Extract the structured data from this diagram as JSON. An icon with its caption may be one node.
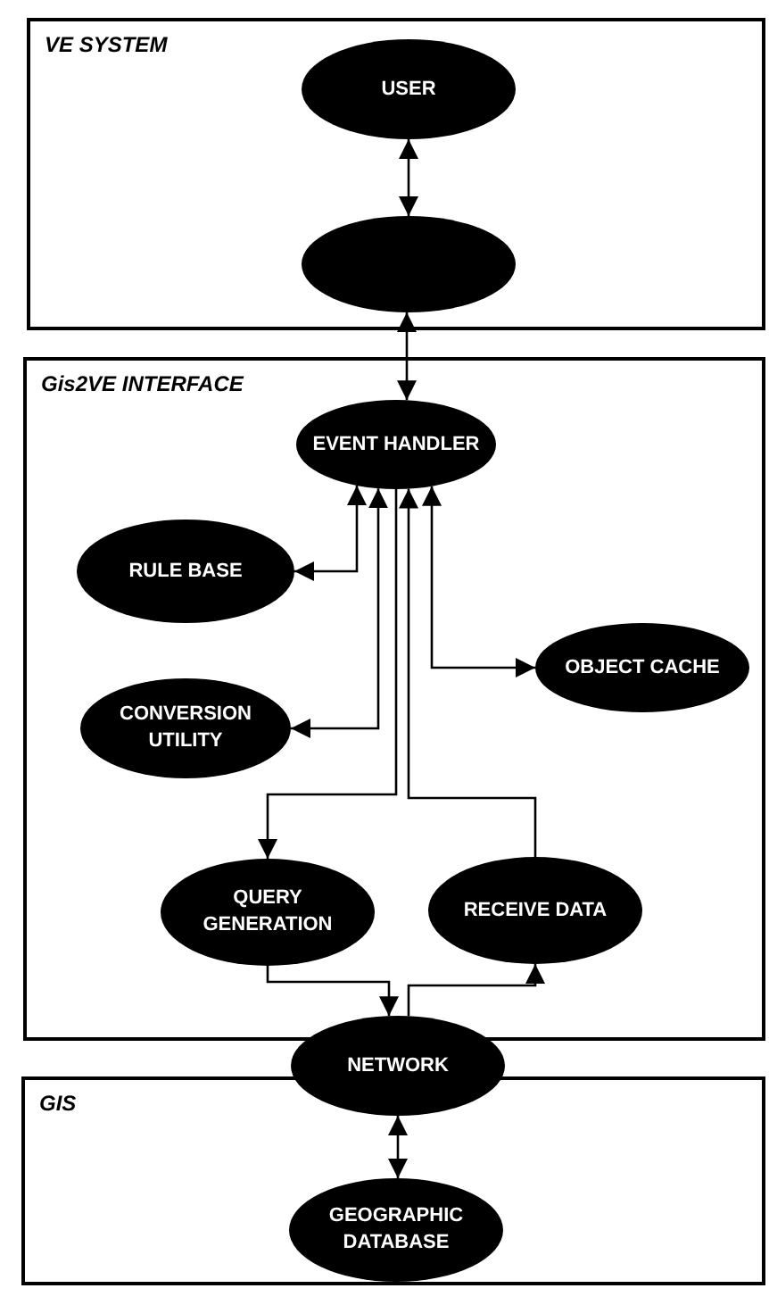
{
  "diagram": {
    "nodes": [
      {
        "text": [
          "VE SYSTEM"
        ]
      },
      {
        "text": [
          "USER"
        ],
        "in": 0
      },
      {
        "text": [],
        "shape": "ellipse",
        "in": 0
      },
      {
        "text": [
          "Gis2VE INTERFACE"
        ]
      },
      {
        "text": [
          "EVENT HANDLER"
        ],
        "in": 3
      },
      {
        "text": [
          "RULE BASE"
        ],
        "in": 3
      },
      {
        "text": [
          "OBJECT CACHE"
        ],
        "in": 3
      },
      {
        "text": [
          "CONVERSION UTILITY"
        ],
        "in": 3
      },
      {
        "text": [
          "QUERY GENERATION"
        ],
        "in": 3
      },
      {
        "text": [
          "RECEIVE DATA"
        ],
        "in": 3
      },
      {
        "text": [
          "NETWORK"
        ]
      },
      {
        "text": [
          "GIS"
        ]
      },
      {
        "text": [
          "GEOGRAPHIC DATABASE"
        ],
        "in": 11
      }
    ],
    "edges": [
      {
        "from": 1,
        "to": 2,
        "arrow": "both"
      },
      {
        "from": 2,
        "to": 4,
        "arrow": "both"
      },
      {
        "from": 4,
        "to": 5,
        "arrow": "both"
      },
      {
        "from": 4,
        "to": 6,
        "arrow": "both"
      },
      {
        "from": 4,
        "to": 7,
        "arrow": "both"
      },
      {
        "from": 4,
        "to": 8,
        "arrow": "to"
      },
      {
        "from": 9,
        "to": 4,
        "arrow": "to"
      },
      {
        "from": 8,
        "to": 10,
        "arrow": "to"
      },
      {
        "from": 10,
        "to": 9,
        "arrow": "to"
      },
      {
        "from": 10,
        "to": 12,
        "arrow": "both"
      }
    ]
  }
}
